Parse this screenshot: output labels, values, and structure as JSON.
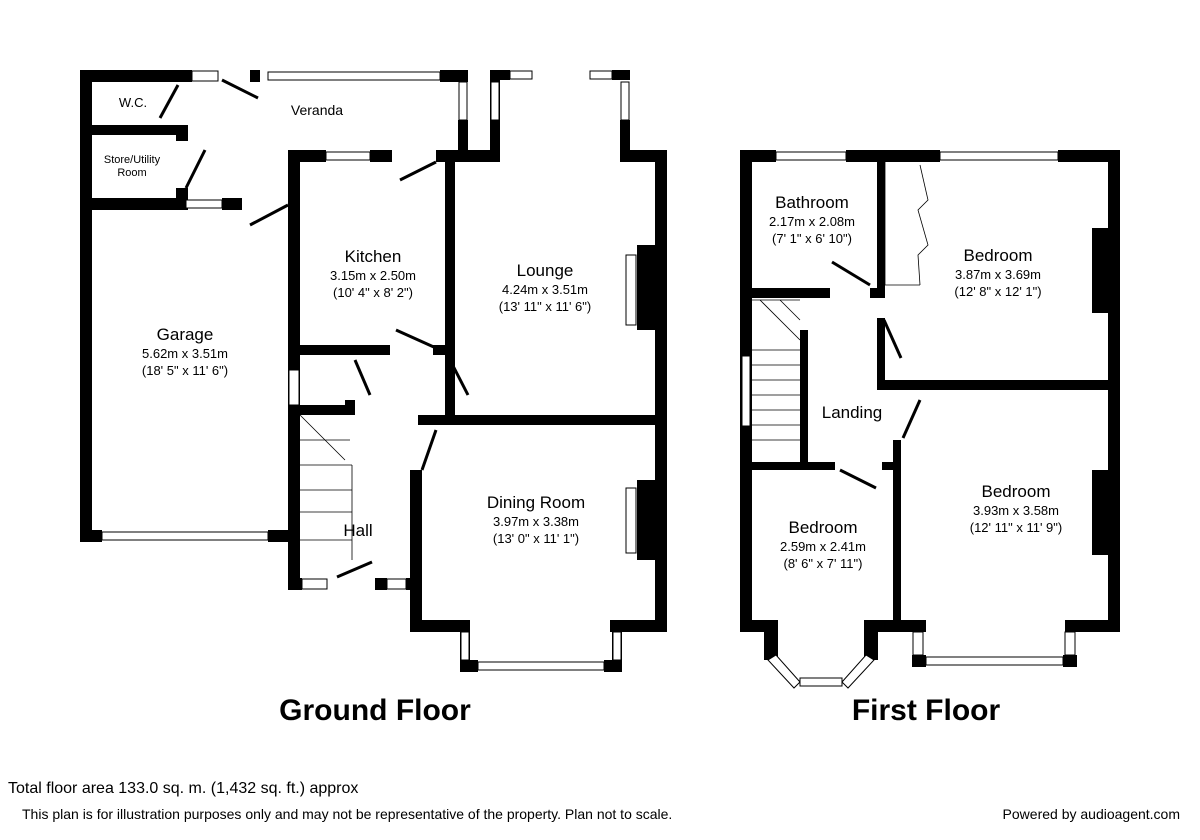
{
  "ground_floor": {
    "title": "Ground Floor",
    "rooms": {
      "wc": {
        "name": "W.C."
      },
      "veranda": {
        "name": "Veranda"
      },
      "store": {
        "name_1": "Store/Utility",
        "name_2": "Room"
      },
      "garage": {
        "name": "Garage",
        "metric": "5.62m x 3.51m",
        "imperial": "(18' 5\" x 11' 6\")"
      },
      "kitchen": {
        "name": "Kitchen",
        "metric": "3.15m x 2.50m",
        "imperial": "(10' 4\" x 8' 2\")"
      },
      "lounge": {
        "name": "Lounge",
        "metric": "4.24m x 3.51m",
        "imperial": "(13' 11\" x 11' 6\")"
      },
      "hall": {
        "name": "Hall"
      },
      "dining": {
        "name": "Dining Room",
        "metric": "3.97m x 3.38m",
        "imperial": "(13' 0\" x 11' 1\")"
      }
    }
  },
  "first_floor": {
    "title": "First Floor",
    "rooms": {
      "bathroom": {
        "name": "Bathroom",
        "metric": "2.17m x 2.08m",
        "imperial": "(7' 1\" x 6' 10\")"
      },
      "bedroom1": {
        "name": "Bedroom",
        "metric": "3.87m x 3.69m",
        "imperial": "(12' 8\" x 12' 1\")"
      },
      "landing": {
        "name": "Landing"
      },
      "bedroom2": {
        "name": "Bedroom",
        "metric": "3.93m x 3.58m",
        "imperial": "(12' 11\" x 11' 9\")"
      },
      "bedroom3": {
        "name": "Bedroom",
        "metric": "2.59m x 2.41m",
        "imperial": "(8' 6\" x 7' 11\")"
      }
    }
  },
  "footer": {
    "total_area": "Total floor area 133.0 sq. m. (1,432 sq. ft.) approx",
    "disclaimer": "This plan is for illustration purposes only and may not be representative of the property. Plan not to scale.",
    "powered_by": "Powered by audioagent.com"
  }
}
